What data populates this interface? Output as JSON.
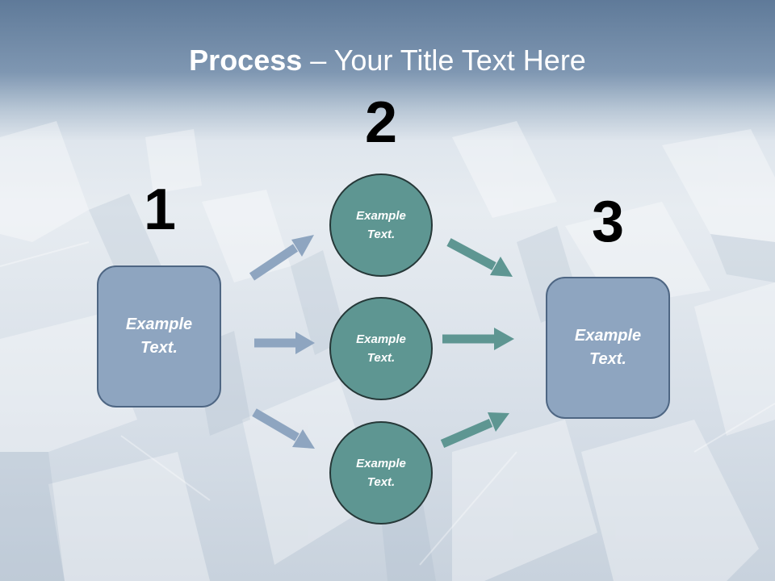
{
  "title": {
    "bold": "Process",
    "rest": " – Your Title Text Here"
  },
  "numbers": {
    "n1": "1",
    "n2": "2",
    "n3": "3"
  },
  "left_box": {
    "line1": "Example",
    "line2": "Text."
  },
  "right_box": {
    "line1": "Example",
    "line2": "Text."
  },
  "circles": [
    {
      "line1": "Example",
      "line2": "Text."
    },
    {
      "line1": "Example",
      "line2": "Text."
    },
    {
      "line1": "Example",
      "line2": "Text."
    }
  ],
  "colors": {
    "box_fill": "#8ea5c0",
    "box_border": "#4e6683",
    "circle_fill": "#5e9692",
    "circle_border": "#263838",
    "blue_arrow": "#8ea5c0",
    "teal_arrow": "#5e9692",
    "header_band": "#6c86a5"
  }
}
